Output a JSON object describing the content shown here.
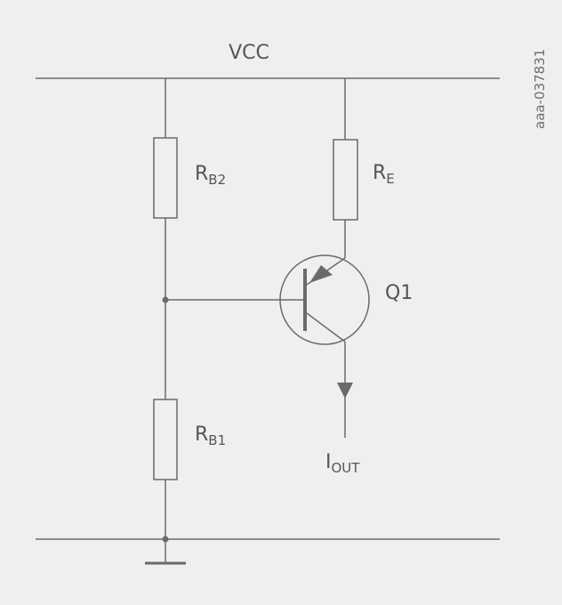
{
  "supply": {
    "label": "VCC"
  },
  "resistors": {
    "rb2": {
      "main": "R",
      "sub": "B2"
    },
    "re": {
      "main": "R",
      "sub": "E"
    },
    "rb1": {
      "main": "R",
      "sub": "B1"
    }
  },
  "transistor": {
    "label": "Q1"
  },
  "output": {
    "main": "I",
    "sub": "OUT"
  },
  "figure_code": "aaa-037831"
}
